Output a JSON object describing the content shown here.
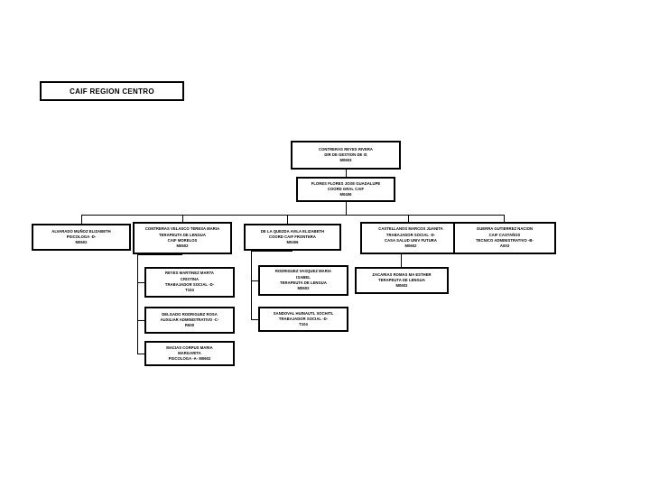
{
  "title": {
    "label": "CAIF REGION CENTRO"
  },
  "chart_data": {
    "type": "diagram",
    "diagram_kind": "organizational-chart",
    "title": "CAIF REGION CENTRO",
    "orientation": "top-down",
    "node_count": 12
  },
  "nodes": {
    "root": {
      "lines": [
        "CONTRERAS REYES RIVERA",
        "DIR DE GESTION DE IS",
        "M0603"
      ]
    },
    "coordinator": {
      "lines": [
        "FLORES FLORES JOSE GUADALUPE",
        "COORD GRAL CAIF",
        "M0406"
      ]
    },
    "level3": [
      {
        "lines": [
          "ALVARADO MUÑOZ ELIZABETH",
          "PSICOLOGA -D-",
          "M0602"
        ]
      },
      {
        "lines": [
          "CONTRERAS VELASCO TERESA MARIA",
          "TERAPEUTA DE LENGUA",
          "CAIF MORELOS",
          "M0602"
        ]
      },
      {
        "lines": [
          "DE LA QUEZDA AVILA ELIZABETH",
          "COORD CAIF FRONTERA",
          "M0406"
        ]
      },
      {
        "lines": [
          "CASTELLANOS MARCOS JUANITA",
          "TRABAJADOR SOCIAL -D-",
          "CASA SALUD UNIV FUTURA",
          "M0602"
        ]
      },
      {
        "lines": [
          "GUERRA GUTIERREZ NACION",
          "CAIF CASTAÑOS",
          "TECNICO ADMINISTRATIVO -B-",
          "A003"
        ]
      }
    ],
    "level4_col1": [
      {
        "lines": [
          "REYES MARTINEZ MARTA",
          "CRISTINA",
          "TRABAJADOR SOCIAL -D-",
          "T104"
        ]
      },
      {
        "lines": [
          "DELGADO RODRIGUEZ ROSA",
          "AUXILIAR ADMINISTRATIVO -C-",
          "R600"
        ]
      },
      {
        "lines": [
          "MACIAS CORPUS MARIA",
          "MARGARITA",
          "PSICOLOGA -A- M0602"
        ]
      }
    ],
    "level4_col2": [
      {
        "lines": [
          "RODRIGUEZ VASQUEZ MARIA",
          "ISABEL",
          "TERAPEUTA DE LENGUA",
          "M0602"
        ]
      },
      {
        "lines": [
          "SANDOVAL HUINAUTL XOCHITL",
          "TRABAJADOR SOCIAL -D-",
          "T104"
        ]
      }
    ],
    "level4_col3": [
      {
        "lines": [
          "ZACARIAS ROMAS MA ESTHER",
          "TERAPEUTA DE LENGUA",
          "M0602"
        ]
      }
    ]
  }
}
